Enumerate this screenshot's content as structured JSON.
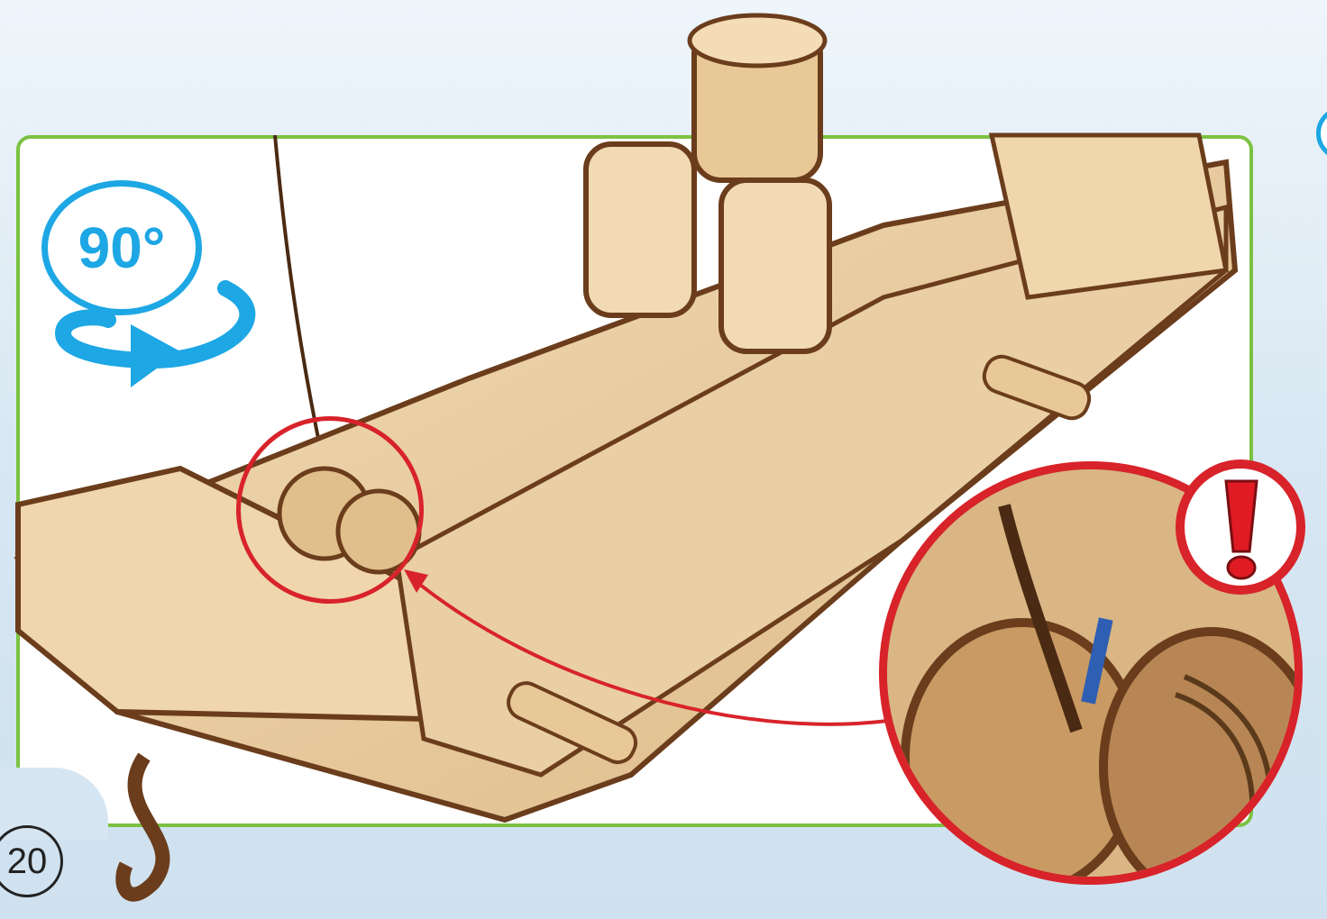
{
  "rotation_badge": {
    "label": "90°",
    "icon": "rotate-clockwise-icon"
  },
  "page": {
    "number": "20"
  },
  "colors": {
    "frame_border": "#7cc242",
    "accent_blue": "#1da7e4",
    "warning_red": "#d8232a",
    "wood_light": "#e9cfa3",
    "wood_dark": "#6b3d1c"
  },
  "callout": {
    "icon": "exclamation-warning-icon"
  },
  "illustration": {
    "subject": "wooden-model-assembly"
  }
}
